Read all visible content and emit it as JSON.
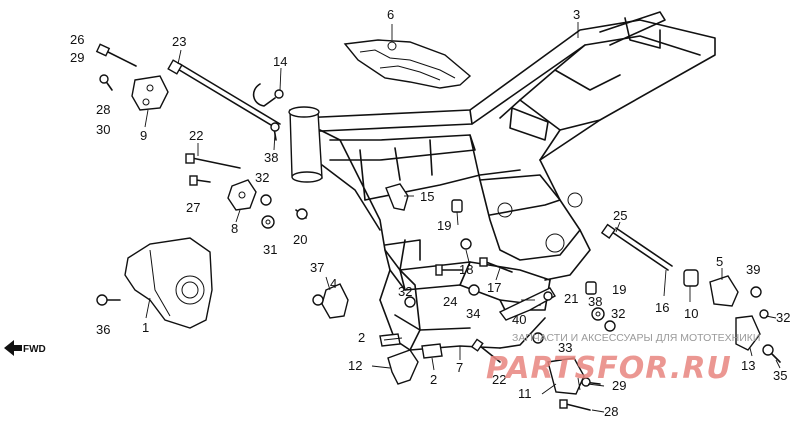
{
  "diagram": {
    "callouts": {
      "c1": "1",
      "c2a": "2",
      "c2b": "2",
      "c3": "3",
      "c4": "4",
      "c5": "5",
      "c6": "6",
      "c7": "7",
      "c8": "8",
      "c9": "9",
      "c10": "10",
      "c11": "11",
      "c12": "12",
      "c13": "13",
      "c14": "14",
      "c15": "15",
      "c16": "16",
      "c17": "17",
      "c18": "18",
      "c19a": "19",
      "c19b": "19",
      "c20": "20",
      "c21": "21",
      "c22a": "22",
      "c22b": "22",
      "c23": "23",
      "c24": "24",
      "c25": "25",
      "c26": "26",
      "c27": "27",
      "c28": "28",
      "c29a": "29",
      "c29b": "29",
      "c30": "30",
      "c31": "31",
      "c32a": "32",
      "c32b": "32",
      "c32c": "32",
      "c32d": "32",
      "c33": "33",
      "c34": "34",
      "c35": "35",
      "c36": "36",
      "c37": "37",
      "c38a": "38",
      "c38b": "38",
      "c39": "39",
      "c40": "40"
    },
    "fwd_label": "FWD"
  },
  "watermark": {
    "brand": "PARTSFOR.RU",
    "tagline": "ЗАПЧАСТИ И АКСЕССУАРЫ ДЛЯ МОТОТЕХНИКИ"
  }
}
